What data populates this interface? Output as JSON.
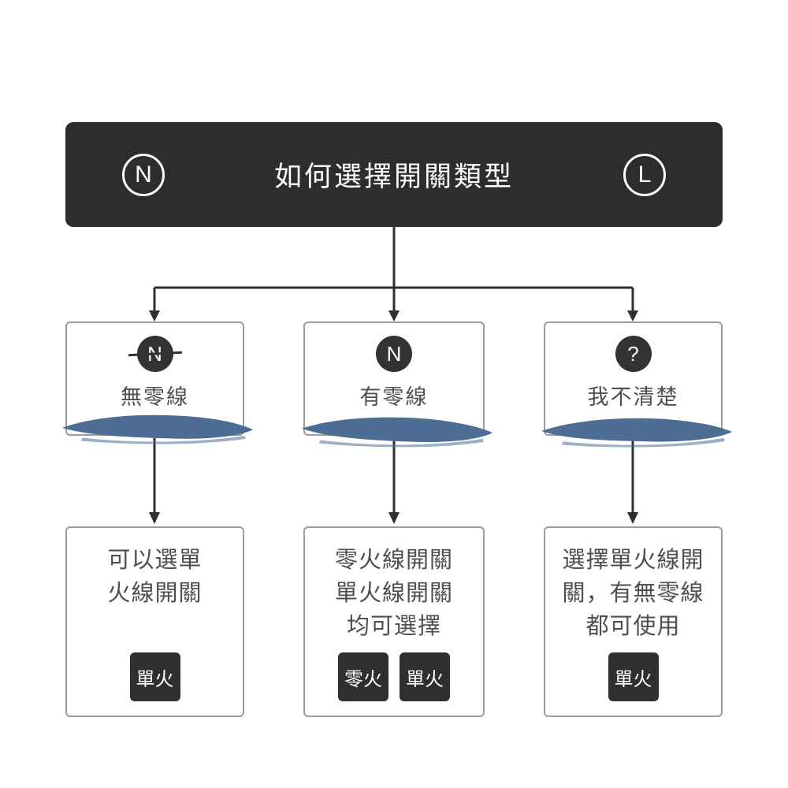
{
  "header": {
    "title": "如何選擇開關類型",
    "left_badge": "N",
    "right_badge": "L"
  },
  "branches": [
    {
      "icon": "N",
      "icon_crossed": true,
      "label": "無零線",
      "result": "可以選單\n火線開關",
      "badges": [
        "單火"
      ]
    },
    {
      "icon": "N",
      "icon_crossed": false,
      "label": "有零線",
      "result": "零火線開關\n單火線開關\n均可選擇",
      "badges": [
        "零火",
        "單火"
      ]
    },
    {
      "icon": "?",
      "icon_crossed": false,
      "label": "我不清楚",
      "result": "選擇單火線開\n關，有無零線\n都可使用",
      "badges": [
        "單火"
      ]
    }
  ],
  "colors": {
    "header_bg": "#2d2d2d",
    "icon_bg": "#333333",
    "box_border": "#9c9c9c",
    "text_color": "#4f4f4f",
    "badge_bg": "#2f2f2f",
    "brush_color": "#4d6d95",
    "arrow_color": "#2f2f2f"
  }
}
